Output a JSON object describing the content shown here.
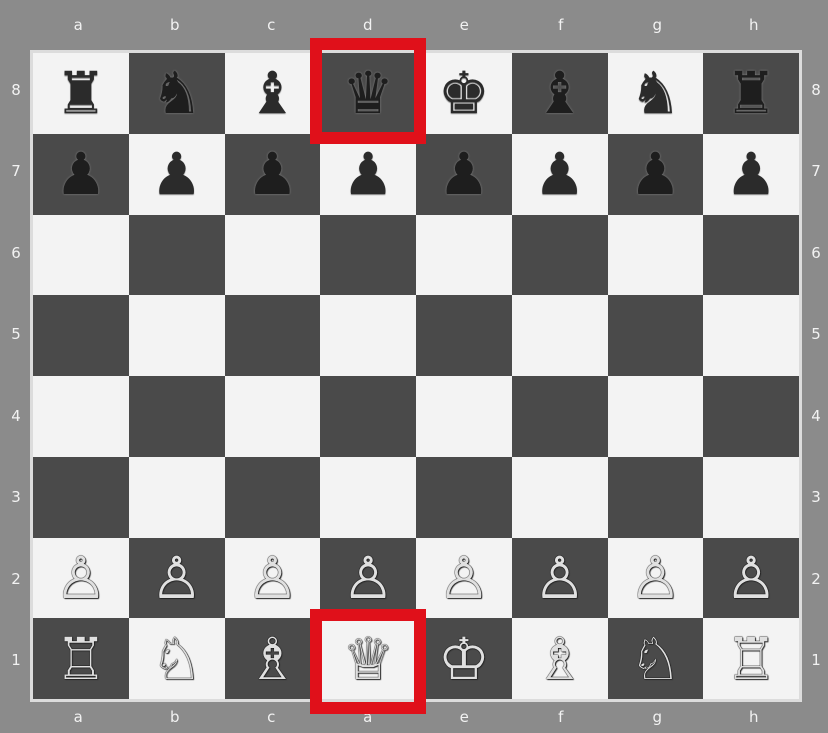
{
  "board": {
    "files_top": [
      "a",
      "b",
      "c",
      "d",
      "e",
      "f",
      "g",
      "h"
    ],
    "files_bottom": [
      "a",
      "b",
      "c",
      "a",
      "e",
      "f",
      "g",
      "h"
    ],
    "ranks": [
      "8",
      "7",
      "6",
      "5",
      "4",
      "3",
      "2",
      "1"
    ],
    "highlight_squares": [
      "d8",
      "d1"
    ],
    "highlight_color": "#e0101a",
    "light_color": "#f3f3f3",
    "dark_color": "#4a4a4a"
  },
  "pieces": {
    "a8": "black-rook",
    "b8": "black-knight",
    "c8": "black-bishop",
    "d8": "black-queen",
    "e8": "black-king",
    "f8": "black-bishop",
    "g8": "black-knight",
    "h8": "black-rook",
    "a7": "black-pawn",
    "b7": "black-pawn",
    "c7": "black-pawn",
    "d7": "black-pawn",
    "e7": "black-pawn",
    "f7": "black-pawn",
    "g7": "black-pawn",
    "h7": "black-pawn",
    "a2": "white-pawn",
    "b2": "white-pawn",
    "c2": "white-pawn",
    "d2": "white-pawn",
    "e2": "white-pawn",
    "f2": "white-pawn",
    "g2": "white-pawn",
    "h2": "white-pawn",
    "a1": "white-rook",
    "b1": "white-knight",
    "c1": "white-bishop",
    "d1": "white-queen",
    "e1": "white-king",
    "f1": "white-bishop",
    "g1": "white-knight",
    "h1": "white-rook"
  }
}
